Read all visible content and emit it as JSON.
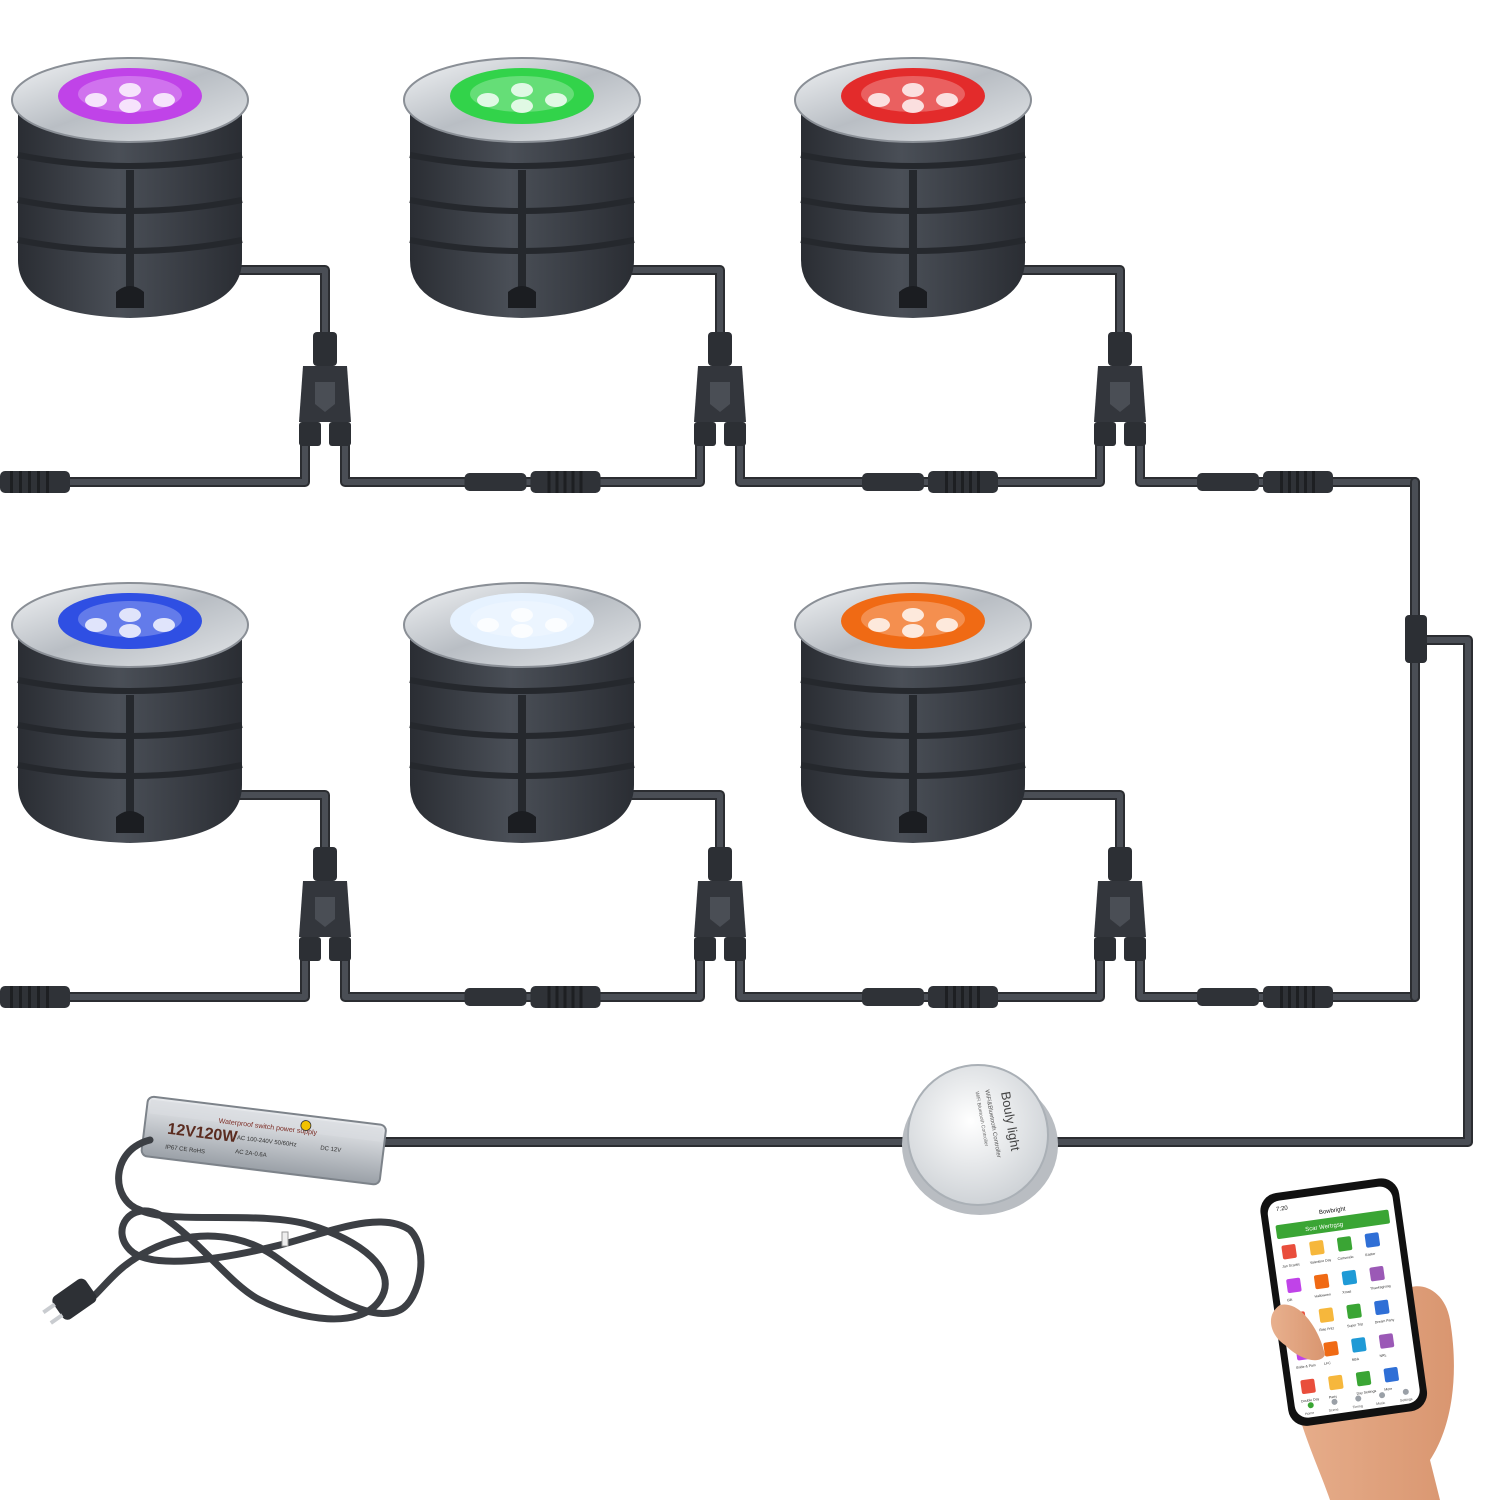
{
  "colors": {
    "cable": "#4a4e55",
    "cable_edge": "#2b2d31",
    "housing": "#3a3e45",
    "housing_dark": "#25282d",
    "rim": "#c7cbd0",
    "rim_edge": "#8a8f96",
    "background": "#ffffff"
  },
  "lights": [
    {
      "name": "purple",
      "glow": "#c043e8"
    },
    {
      "name": "green",
      "glow": "#32d34a"
    },
    {
      "name": "red",
      "glow": "#e32b2b"
    },
    {
      "name": "blue",
      "glow": "#2f4fe3"
    },
    {
      "name": "white",
      "glow": "#e6f2ff"
    },
    {
      "name": "orange",
      "glow": "#f06a14"
    }
  ],
  "power_supply": {
    "model": "12V120W",
    "title": "Waterproof switch power supply",
    "input": "AC 100-240V 50/60Hz",
    "output": "DC 12V",
    "current": "AC 2A-0.6A",
    "rating": "IP67 CE RoHS"
  },
  "controller": {
    "brand": "Bouly light",
    "subtitle": "WiFi&Bluetooth Controller",
    "line1": "WiFi Bluetooth Controller"
  },
  "phone": {
    "time": "7:20",
    "app_title": "Bowbright",
    "banner": "Scar Wertrgsg",
    "scene_labels": [
      "Jan Scarlet",
      "Valentine Day",
      "Cartsmelo",
      "Easter",
      "Gift",
      "Halloween",
      "Xmas",
      "Thanksgiving",
      "Jump 4 Rain",
      "Rise Fritz",
      "Super Trip",
      "Dream Party",
      "Bride & Pain",
      "LFC",
      "NBA",
      "NRL",
      "Double Day",
      "Party",
      "Day Settings",
      "More"
    ],
    "tabs": [
      "Home",
      "Scene",
      "Timing",
      "Music",
      "Settings"
    ]
  }
}
